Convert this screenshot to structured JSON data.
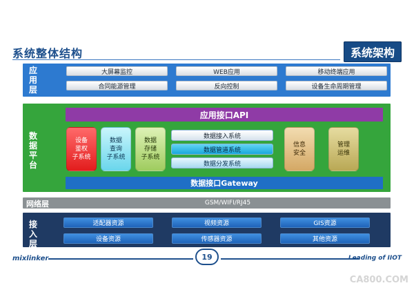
{
  "header": {
    "title": "系统整体结构",
    "badge": "系统架构"
  },
  "layers": {
    "app": {
      "label": "应用层",
      "items": [
        "大屏幕监控",
        "WEB应用",
        "移动终端应用",
        "合同能源管理",
        "反向控制",
        "设备生命周期管理"
      ]
    },
    "data": {
      "label": "数据平台",
      "api": "应用接口API",
      "gateway": "数据接口Gateway",
      "subsystems": [
        "设备\n鉴权\n子系统",
        "数据\n查询\n子系统",
        "数据\n存储\n子系统"
      ],
      "systems": [
        "数据接入系统",
        "数据管道系统",
        "数据分发系统"
      ],
      "right_boxes": [
        "信息\n安全",
        "管理\n运维"
      ]
    },
    "network": {
      "label": "网络层",
      "protocols": "GSM/WIFI/RJ45"
    },
    "access": {
      "label": "接入层",
      "items": [
        "适配器资源",
        "视频资源",
        "GIS资源",
        "设备资源",
        "传感器资源",
        "其他资源"
      ]
    }
  },
  "footer": {
    "brand": "mixlinker",
    "page": "19",
    "tagline": "Leading of IIOT"
  },
  "watermark": "CA800.COM",
  "colors": {
    "app_layer": "#2d7ad0",
    "data_layer": "#35a53c",
    "network_layer": "#8a9093",
    "access_layer": "#1f3a63",
    "api_bar": "#8f3ba6",
    "title_blue": "#1d4f8c"
  }
}
